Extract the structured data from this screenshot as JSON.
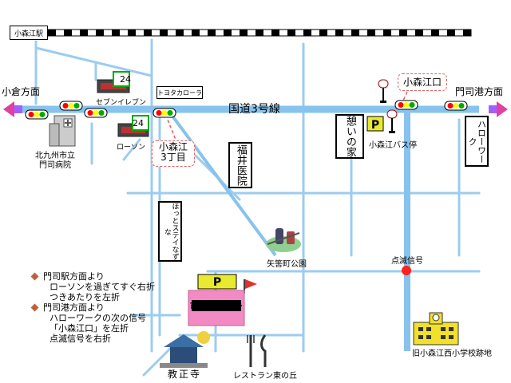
{
  "map": {
    "station": "小森江駅",
    "route": "国道3号線",
    "directions": {
      "left": "小倉方面",
      "right": "門司港方面"
    },
    "places": {
      "seven_eleven": "セブンイレブン",
      "toyota": "トヨタカローラ",
      "lawson": "ローソン",
      "hospital": "北九州市立\n門司病院",
      "komorie_3chome": "小森江\n3丁目",
      "fukui_hospital": "福井医院",
      "ikoi_no_ie": "憩いの家",
      "bus_stop": "小森江バス停",
      "komorie_guchi": "小森江口",
      "hello_work": "ハローワーク",
      "hotto_stay": "ほっとステイなずな",
      "park": "矢筈町公園",
      "blinking_signal": "点滅信号",
      "civic_center": "市民センター",
      "parking": "P",
      "temple": "教正寺",
      "restaurant": "レストラン東の丘",
      "school_site": "旧小森江西小学校跡地",
      "convenience_24": "24"
    },
    "notes": [
      {
        "lines": [
          "門司駅方面より",
          "ローソンを過ぎてすぐ右折",
          "つきあたりを左折"
        ]
      },
      {
        "lines": [
          "門司港方面より",
          "ハローワークの次の信号",
          "「小森江口」を左折",
          "点滅信号を右折"
        ]
      }
    ]
  },
  "colors": {
    "road": "#87c3ec",
    "road_secondary": "#9cccf0",
    "railway": "#000000",
    "arrow": "#e040a0",
    "civic_center": "#f48ac4",
    "parking": "#e8ea30",
    "signal_red": "#ff2020",
    "school": "#f2e02a"
  }
}
